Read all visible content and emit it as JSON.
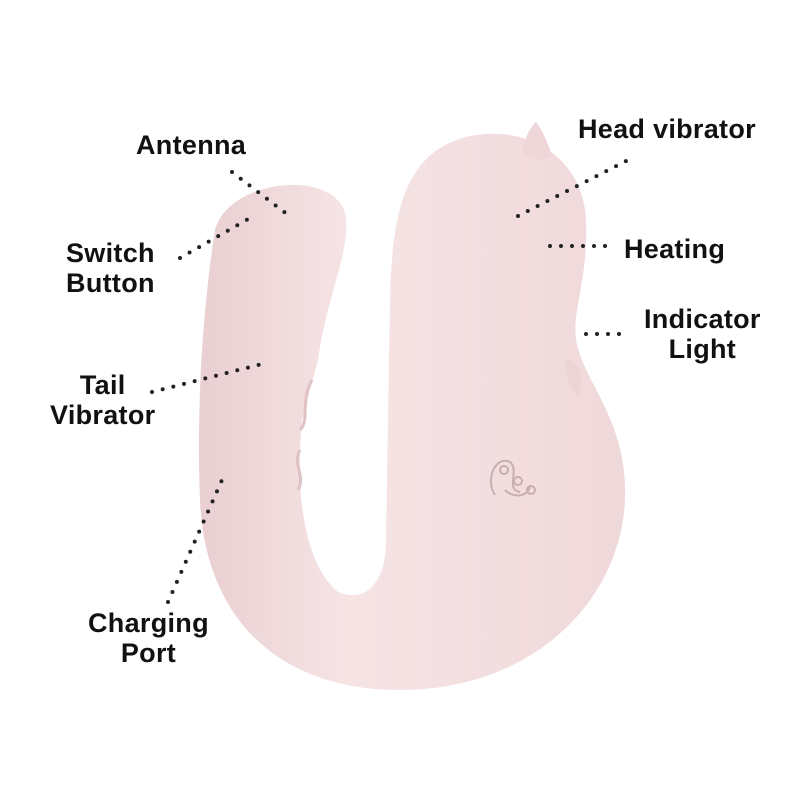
{
  "labels": {
    "antenna": "Antenna",
    "switch_button": [
      "Switch",
      "Button"
    ],
    "tail_vibrator": [
      "Tail",
      "Vibrator"
    ],
    "charging_port": [
      "Charging",
      "Port"
    ],
    "head_vibrator": "Head vibrator",
    "heating": "Heating",
    "indicator_light": [
      "Indicator",
      "Light"
    ]
  },
  "colors": {
    "body": "#f3dfe0",
    "shade": "#e6c8ca",
    "dots": "#222222"
  }
}
